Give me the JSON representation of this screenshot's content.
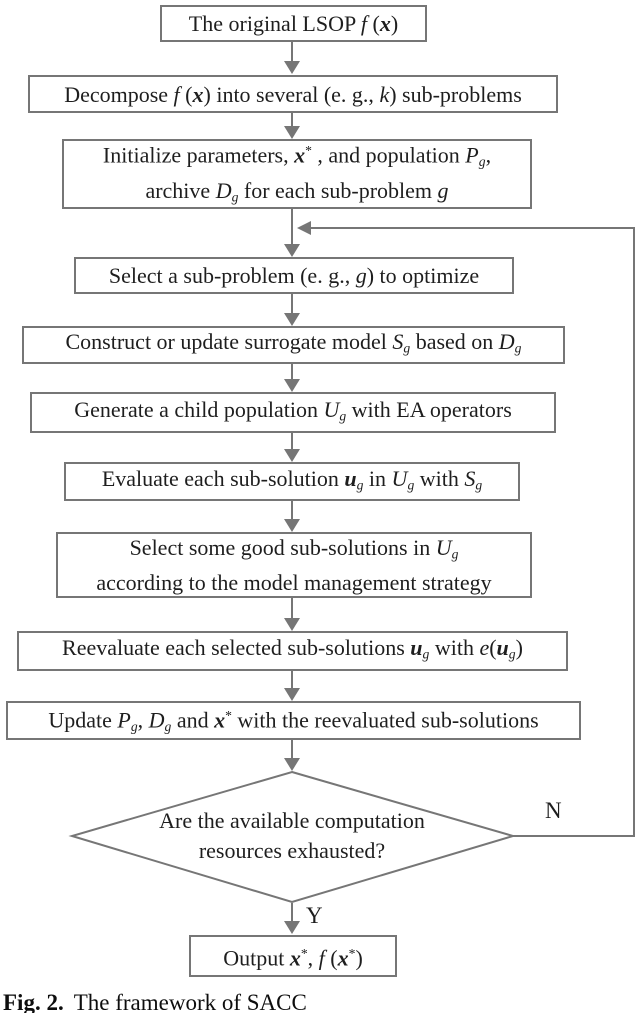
{
  "colors": {
    "line": "#767676",
    "ink": "#1e1e1e",
    "bg": "#ffffff"
  },
  "labels": {
    "no": "N",
    "yes": "Y"
  },
  "caption": {
    "tag": "Fig. 2.",
    "text": "The framework of SACC"
  },
  "nodes": {
    "original": {
      "lines": [
        [
          {
            "t": "The original LSOP "
          },
          {
            "t": "f",
            "s": "i"
          },
          {
            "t": " ("
          },
          {
            "t": "x",
            "s": "bi"
          },
          {
            "t": ")"
          }
        ]
      ]
    },
    "decompose": {
      "lines": [
        [
          {
            "t": "Decompose "
          },
          {
            "t": "f",
            "s": "i"
          },
          {
            "t": " ("
          },
          {
            "t": "x",
            "s": "bi"
          },
          {
            "t": ") into several (e. g., "
          },
          {
            "t": "k",
            "s": "i"
          },
          {
            "t": ") sub-problems"
          }
        ]
      ]
    },
    "initialize": {
      "lines": [
        [
          {
            "t": "Initialize parameters, "
          },
          {
            "t": "x",
            "s": "bi"
          },
          {
            "t": "*",
            "v": "sup"
          },
          {
            "t": " , and population "
          },
          {
            "t": "P",
            "s": "i"
          },
          {
            "t": "g",
            "s": "i",
            "v": "sub"
          },
          {
            "t": ","
          }
        ],
        [
          {
            "t": "archive "
          },
          {
            "t": "D",
            "s": "i"
          },
          {
            "t": "g",
            "s": "i",
            "v": "sub"
          },
          {
            "t": " for each sub-problem "
          },
          {
            "t": "g",
            "s": "i"
          }
        ]
      ]
    },
    "select_subproblem": {
      "lines": [
        [
          {
            "t": "Select a sub-problem (e. g., "
          },
          {
            "t": "g",
            "s": "i"
          },
          {
            "t": ") to optimize"
          }
        ]
      ]
    },
    "construct_surrogate": {
      "lines": [
        [
          {
            "t": "Construct or update surrogate model "
          },
          {
            "t": "S",
            "s": "i"
          },
          {
            "t": "g",
            "s": "i",
            "v": "sub"
          },
          {
            "t": " based on "
          },
          {
            "t": "D",
            "s": "i"
          },
          {
            "t": "g",
            "s": "i",
            "v": "sub"
          }
        ]
      ]
    },
    "generate_children": {
      "lines": [
        [
          {
            "t": "Generate a child population "
          },
          {
            "t": "U",
            "s": "i"
          },
          {
            "t": "g",
            "s": "i",
            "v": "sub"
          },
          {
            "t": " with EA operators"
          }
        ]
      ]
    },
    "evaluate": {
      "lines": [
        [
          {
            "t": "Evaluate each sub-solution "
          },
          {
            "t": "u",
            "s": "bi"
          },
          {
            "t": "g",
            "s": "i",
            "v": "sub"
          },
          {
            "t": " in "
          },
          {
            "t": "U",
            "s": "i"
          },
          {
            "t": "g",
            "s": "i",
            "v": "sub"
          },
          {
            "t": " with "
          },
          {
            "t": "S",
            "s": "i"
          },
          {
            "t": "g",
            "s": "i",
            "v": "sub"
          }
        ]
      ]
    },
    "select_good": {
      "lines": [
        [
          {
            "t": "Select some good sub-solutions in "
          },
          {
            "t": "U",
            "s": "i"
          },
          {
            "t": "g",
            "s": "i",
            "v": "sub"
          }
        ],
        [
          {
            "t": "according to the model management strategy"
          }
        ]
      ]
    },
    "reevaluate": {
      "lines": [
        [
          {
            "t": "Reevaluate each selected sub-solutions "
          },
          {
            "t": "u",
            "s": "bi"
          },
          {
            "t": "g",
            "s": "i",
            "v": "sub"
          },
          {
            "t": " with "
          },
          {
            "t": "e",
            "s": "i"
          },
          {
            "t": "("
          },
          {
            "t": "u",
            "s": "bi"
          },
          {
            "t": "g",
            "s": "i",
            "v": "sub"
          },
          {
            "t": ")"
          }
        ]
      ]
    },
    "update": {
      "lines": [
        [
          {
            "t": "Update "
          },
          {
            "t": "P",
            "s": "i"
          },
          {
            "t": "g",
            "s": "i",
            "v": "sub"
          },
          {
            "t": ", "
          },
          {
            "t": "D",
            "s": "i"
          },
          {
            "t": "g",
            "s": "i",
            "v": "sub"
          },
          {
            "t": " and "
          },
          {
            "t": "x",
            "s": "bi"
          },
          {
            "t": "*",
            "v": "sup"
          },
          {
            "t": " with the reevaluated sub-solutions"
          }
        ]
      ]
    },
    "decision": {
      "lines": [
        [
          {
            "t": "Are the available computation"
          }
        ],
        [
          {
            "t": "resources exhausted?"
          }
        ]
      ]
    },
    "output": {
      "lines": [
        [
          {
            "t": "Output "
          },
          {
            "t": "x",
            "s": "bi"
          },
          {
            "t": "*",
            "v": "sup"
          },
          {
            "t": ", "
          },
          {
            "t": "f",
            "s": "i"
          },
          {
            "t": " ("
          },
          {
            "t": "x",
            "s": "bi"
          },
          {
            "t": "*",
            "v": "sup"
          },
          {
            "t": ")"
          }
        ]
      ]
    }
  }
}
